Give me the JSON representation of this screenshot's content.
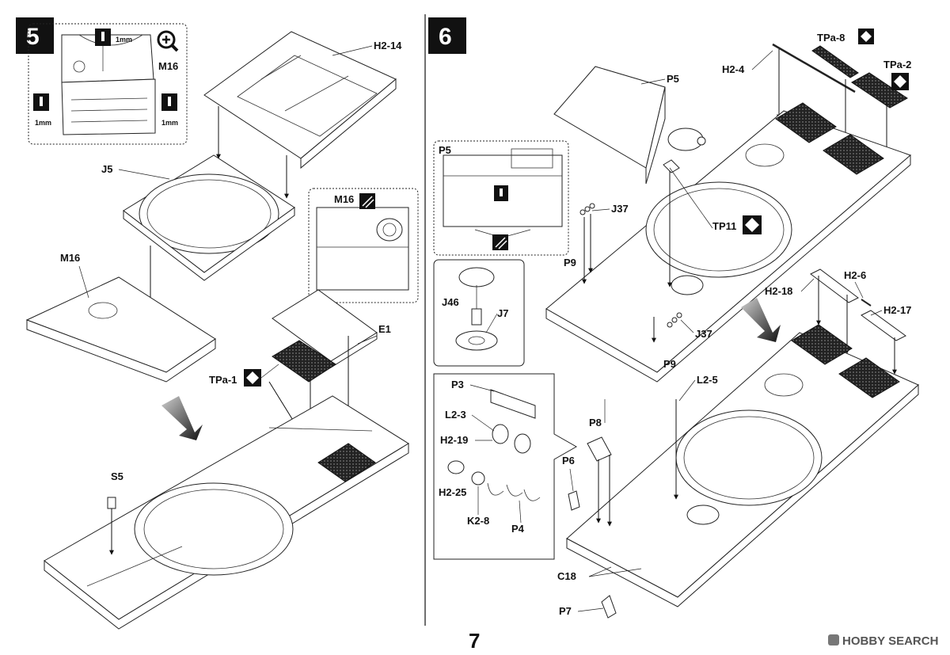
{
  "page_number": "7",
  "watermark": "HOBBY SEARCH",
  "steps": [
    {
      "number": "5",
      "labels": [
        "H2-14",
        "J5",
        "M16",
        "E1",
        "TPa-1",
        "S5"
      ],
      "inset_top": {
        "label": "M16",
        "drill_1": "1mm",
        "drill_2": "1mm",
        "drill_3": "1mm",
        "icon": "magnify-plus-icon"
      },
      "inset_right": {
        "label": "M16",
        "icon": "cut-off-icon"
      }
    },
    {
      "number": "6",
      "labels": [
        "P5",
        "H2-4",
        "TPa-8",
        "TPa-2",
        "J37",
        "P9",
        "TP11",
        "J37",
        "P9",
        "H2-18",
        "H2-6",
        "H2-17",
        "L2-5",
        "P8",
        "P6",
        "C18",
        "P7"
      ],
      "inset_p5": {
        "label": "P5",
        "icon": "drill-icon"
      },
      "inset_j": {
        "labels": [
          "J46",
          "J7"
        ]
      },
      "inset_p": {
        "labels": [
          "P3",
          "L2-3",
          "H2-19",
          "H2-25",
          "K2-8",
          "P4"
        ]
      }
    }
  ]
}
